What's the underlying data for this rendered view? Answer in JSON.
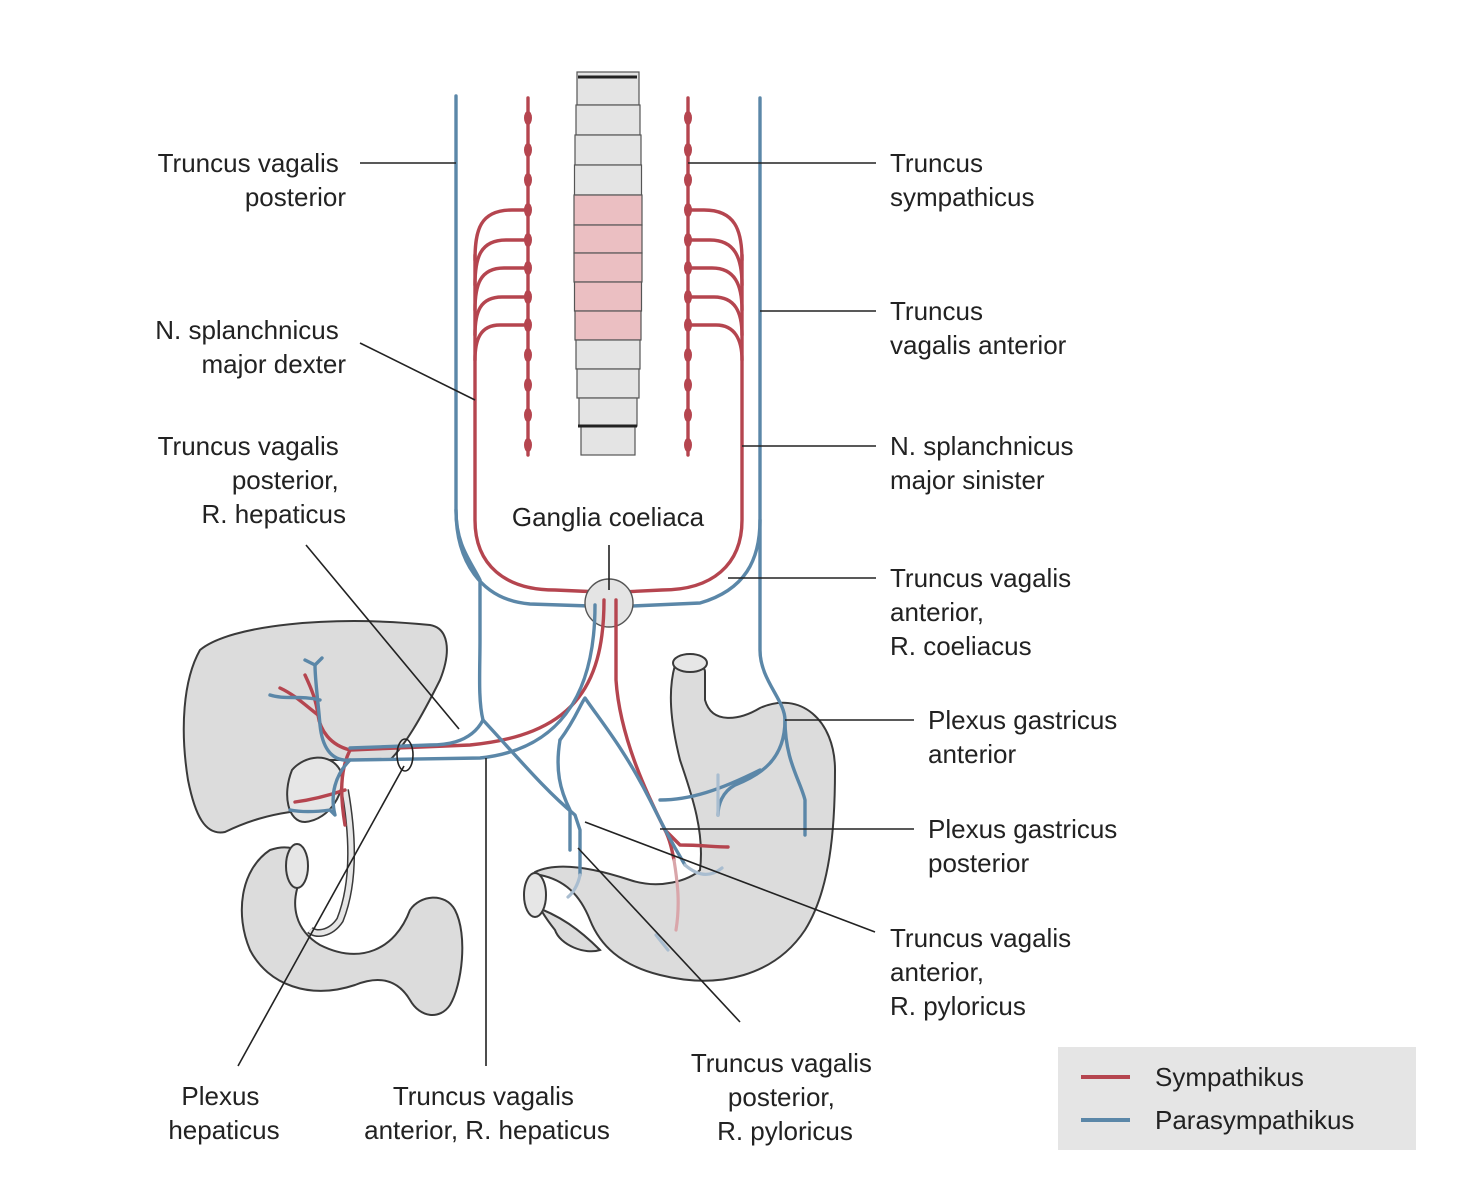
{
  "labels": {
    "truncus_vagalis_posterior": [
      "Truncus vagalis",
      "posterior"
    ],
    "truncus_sympathicus": [
      "Truncus",
      "sympathicus"
    ],
    "truncus_vagalis_anterior": [
      "Truncus",
      "vagalis anterior"
    ],
    "n_splanchnicus_dexter": [
      "N. splanchnicus",
      "major dexter"
    ],
    "n_splanchnicus_sinister": [
      "N. splanchnicus",
      "major sinister"
    ],
    "truncus_vagalis_posterior_hepaticus": [
      "Truncus vagalis",
      "posterior,",
      "R. hepaticus"
    ],
    "ganglia_coeliaca": "Ganglia coeliaca",
    "truncus_vagalis_anterior_coeliacus": [
      "Truncus vagalis",
      "anterior,",
      "R. coeliacus"
    ],
    "plexus_gastricus_anterior": [
      "Plexus gastricus",
      "anterior"
    ],
    "plexus_gastricus_posterior": [
      "Plexus gastricus",
      "posterior"
    ],
    "truncus_vagalis_anterior_pyloricus": [
      "Truncus vagalis",
      "anterior,",
      "R. pyloricus"
    ],
    "truncus_vagalis_posterior_pyloricus": [
      "Truncus vagalis",
      "posterior,",
      "R. pyloricus"
    ],
    "plexus_hepaticus": [
      "Plexus",
      "hepaticus"
    ],
    "truncus_vagalis_anterior_hepaticus": [
      "Truncus vagalis",
      "anterior, R. hepaticus"
    ]
  },
  "legend": {
    "sympathikus": "Sympathikus",
    "parasympathikus": "Parasympathikus"
  },
  "colors": {
    "sympathikus": "#b5454f",
    "parasympathikus": "#5b87a8",
    "organ_fill": "#dcdcdc",
    "spine_highlight": "#ebbfc2"
  }
}
